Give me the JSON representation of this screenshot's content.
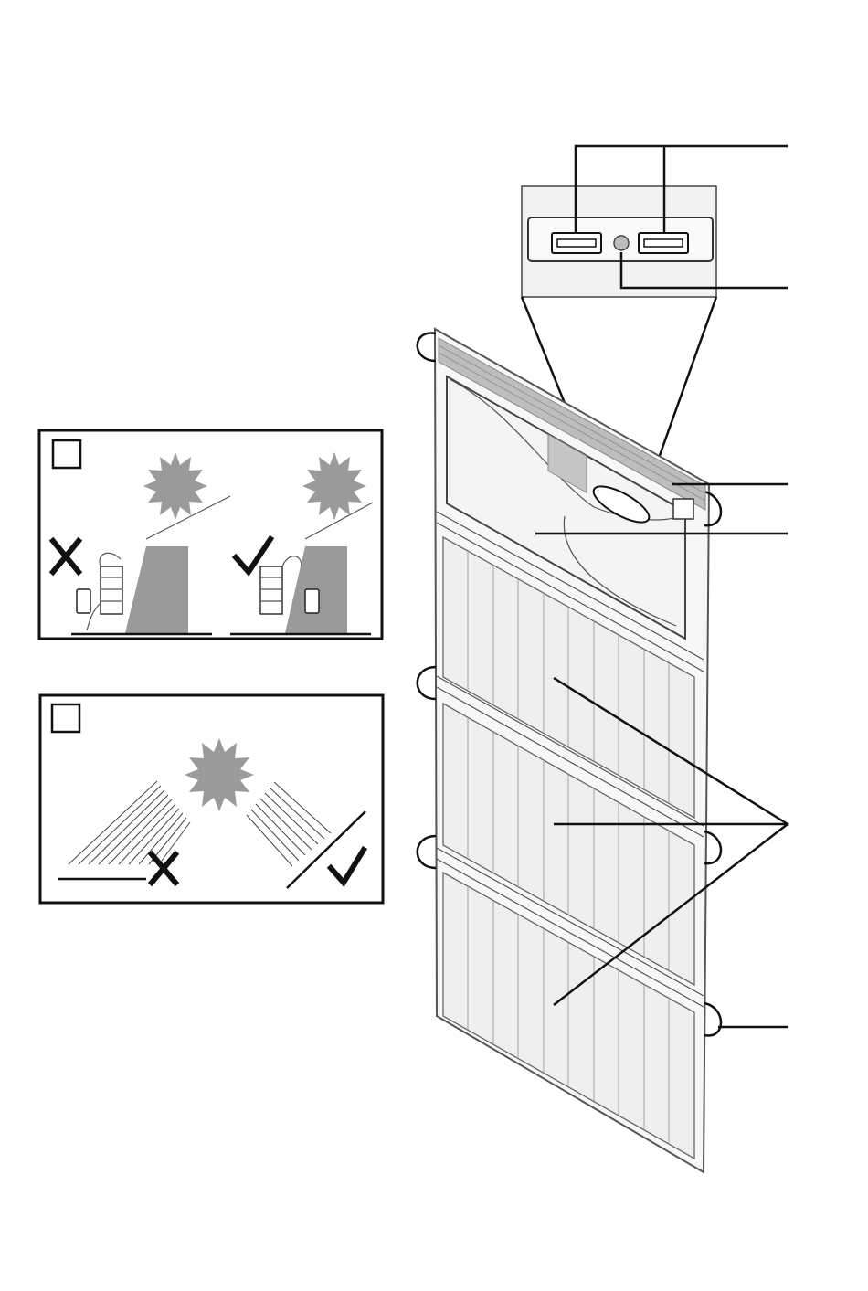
{
  "figure": {
    "callout_lines": [
      "usb-ports",
      "indicator-led",
      "ventilation-grille",
      "storage-pocket",
      "solar-cells",
      "hanging-loop"
    ],
    "checkbox_count": 2
  },
  "colors": {
    "line": "#111111",
    "sun": "#9a9a9a",
    "panel_fill": "#efefef",
    "frame_fill": "#f7f7f7"
  },
  "icons": {
    "wrong": "cross-mark-icon",
    "right": "check-mark-icon",
    "sun": "sun-icon"
  }
}
